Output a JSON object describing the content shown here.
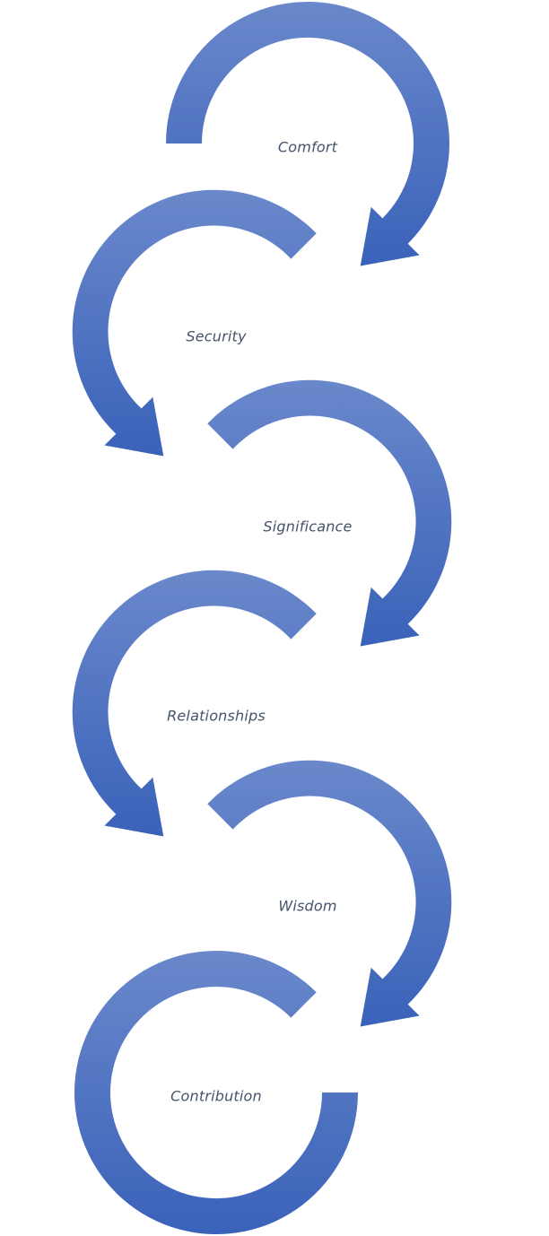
{
  "diagram": {
    "type": "circular-arrow-process",
    "colors": {
      "arrow_light": "#6a88cb",
      "arrow_dark": "#3a62b9",
      "label_text": "#44546a",
      "background": "#ffffff"
    },
    "stages": [
      {
        "label": "Comfort"
      },
      {
        "label": "Security"
      },
      {
        "label": "Significance"
      },
      {
        "label": "Relationships"
      },
      {
        "label": "Wisdom"
      },
      {
        "label": "Contribution"
      }
    ]
  }
}
